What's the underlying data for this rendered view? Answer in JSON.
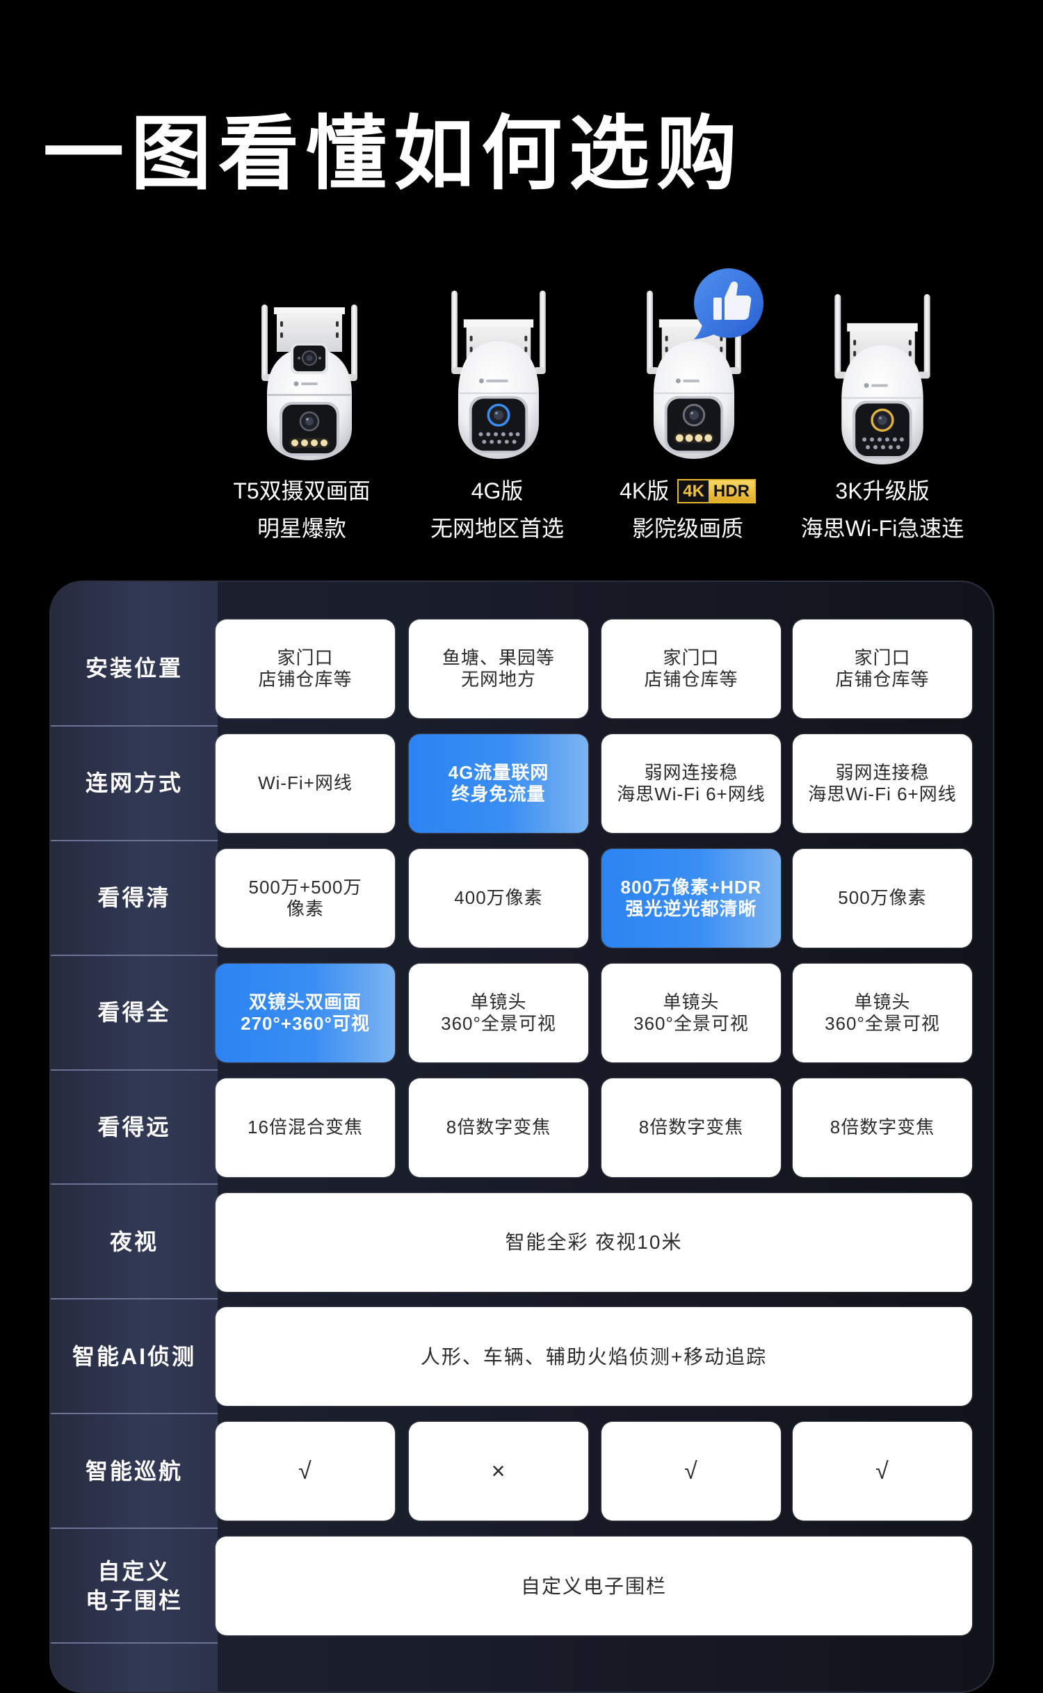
{
  "title": "一图看懂如何选购",
  "products": [
    {
      "name": "T5双摄双画面",
      "tagline": "明星爆款",
      "lens_ring": "#5a5f6b",
      "led_color": "#f2dfae"
    },
    {
      "name": "4G版",
      "tagline": "无网地区首选",
      "lens_ring": "#3b8ff2",
      "ir_color": "#9aa0ac"
    },
    {
      "name": "4K版",
      "badge": {
        "left": "4K",
        "right": "HDR"
      },
      "tagline": "影院级画质",
      "lens_ring": "#6b707c",
      "led_color": "#f2dfae",
      "recommended_icon": "thumbs-up"
    },
    {
      "name": "3K升级版",
      "tagline": "海思Wi-Fi急速连",
      "lens_ring": "#e0b040",
      "ir_color": "#9aa0ac"
    }
  ],
  "colors": {
    "background": "#000000",
    "highlight_start": "#2c84f3",
    "highlight_end": "#7cb4f2",
    "badge_gold": "#e8b92e",
    "like_blue": "#3a74dc"
  },
  "table": {
    "rows": [
      {
        "label": "安装位置",
        "cells": [
          {
            "text": "家门口\n店铺仓库等"
          },
          {
            "text": "鱼塘、果园等\n无网地方"
          },
          {
            "text": "家门口\n店铺仓库等"
          },
          {
            "text": "家门口\n店铺仓库等"
          }
        ]
      },
      {
        "label": "连网方式",
        "cells": [
          {
            "text": "Wi-Fi+网线"
          },
          {
            "text": "4G流量联网\n终身免流量",
            "highlight": true
          },
          {
            "text": "弱网连接稳\n海思Wi-Fi 6+网线"
          },
          {
            "text": "弱网连接稳\n海思Wi-Fi 6+网线"
          }
        ]
      },
      {
        "label": "看得清",
        "cells": [
          {
            "text": "500万+500万\n像素"
          },
          {
            "text": "400万像素"
          },
          {
            "text": "800万像素+HDR\n强光逆光都清晰",
            "highlight": true
          },
          {
            "text": "500万像素"
          }
        ]
      },
      {
        "label": "看得全",
        "cells": [
          {
            "text": "双镜头双画面\n270°+360°可视",
            "highlight": true
          },
          {
            "text": "单镜头\n360°全景可视"
          },
          {
            "text": "单镜头\n360°全景可视"
          },
          {
            "text": "单镜头\n360°全景可视"
          }
        ]
      },
      {
        "label": "看得远",
        "cells": [
          {
            "text": "16倍混合变焦"
          },
          {
            "text": "8倍数字变焦"
          },
          {
            "text": "8倍数字变焦"
          },
          {
            "text": "8倍数字变焦"
          }
        ]
      },
      {
        "label": "夜视",
        "merged": "智能全彩 夜视10米"
      },
      {
        "label": "智能AI侦测",
        "merged": "人形、车辆、辅助火焰侦测+移动追踪"
      },
      {
        "label": "智能巡航",
        "cells": [
          {
            "text": "√"
          },
          {
            "text": "×"
          },
          {
            "text": "√"
          },
          {
            "text": "√"
          }
        ]
      },
      {
        "label": "自定义\n电子围栏",
        "merged": "自定义电子围栏"
      }
    ]
  }
}
